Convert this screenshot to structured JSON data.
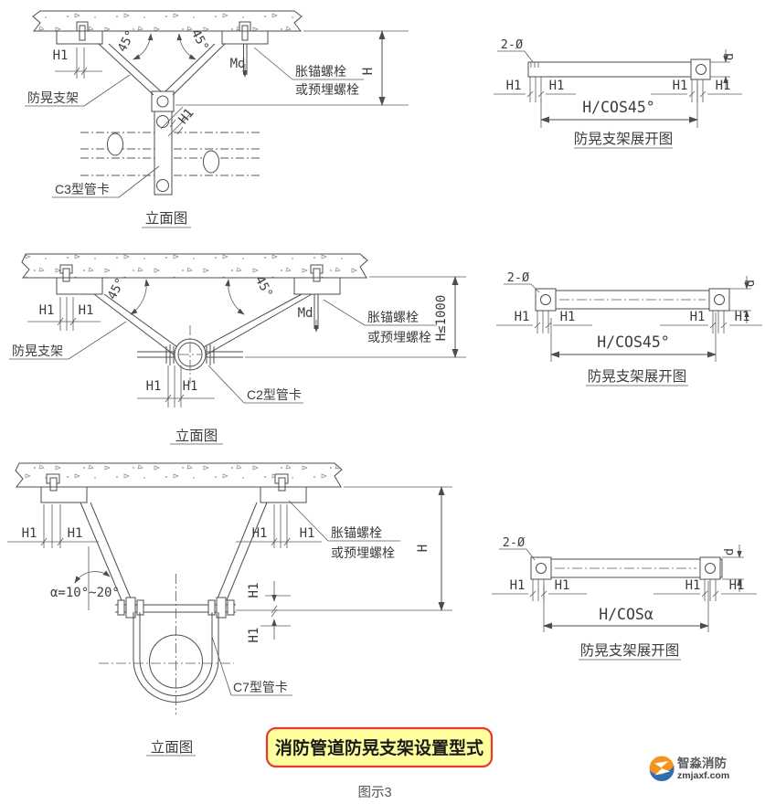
{
  "colors": {
    "line": "#4d4d4d",
    "title_box_fill": "#ffff9e",
    "title_box_border": "#e83a2c",
    "logo_orange": "#f6921e",
    "logo_blue": "#2e6db4"
  },
  "labels": {
    "h1": "H1",
    "h": "H",
    "md": "Md",
    "d": "d",
    "two_dia": "2-Ø",
    "angle_45": "45°",
    "elevation_caption": "立面图",
    "unfolded_caption": "防晃支架展开图",
    "bracket": "防晃支架",
    "anchor_bolt_line1": "胀锚螺栓",
    "anchor_bolt_line2": "或预埋螺栓"
  },
  "row1": {
    "clamp": "C3型管卡",
    "span_formula": "H/COS45°"
  },
  "row2": {
    "clamp": "C2型管卡",
    "span_formula": "H/COS45°",
    "height_limit": "H≤1000"
  },
  "row3": {
    "clamp": "C7型管卡",
    "span_formula": "H/COSα",
    "alpha_range": "α=10°~20°"
  },
  "title_box": {
    "text": "消防管道防晃支架设置型式"
  },
  "figure_caption": "图示3",
  "logo": {
    "name": "智淼消防",
    "site": "zmjaxf.com"
  }
}
